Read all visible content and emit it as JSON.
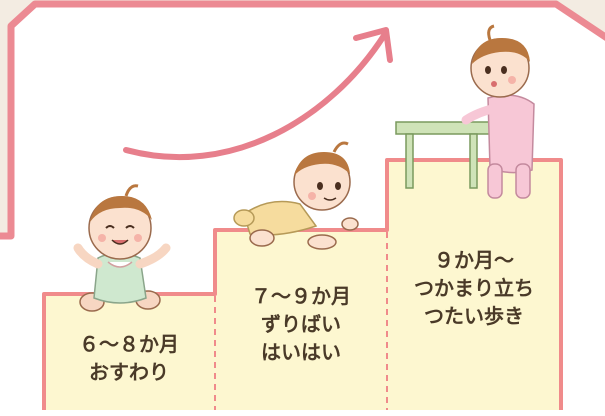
{
  "colors": {
    "background": "#f3ece2",
    "panel": "#ffffff",
    "frame_border": "#ec8a93",
    "step_fill": "#fdf7d0",
    "step_border": "#f08b8b",
    "arrow": "#e77f8c",
    "label_text": "#4a3a28"
  },
  "stages": [
    {
      "line1": "６～８か月",
      "line2": "おすわり",
      "line3": ""
    },
    {
      "line1": "７～９か月",
      "line2": "ずりばい",
      "line3": "はいはい"
    },
    {
      "line1": "９か月～",
      "line2": "つかまり立ち",
      "line3": "つたい歩き"
    }
  ],
  "illustrations": [
    {
      "stage": 1,
      "name": "sitting-baby-icon"
    },
    {
      "stage": 2,
      "name": "crawling-baby-icon"
    },
    {
      "stage": 3,
      "name": "standing-baby-icon"
    }
  ]
}
